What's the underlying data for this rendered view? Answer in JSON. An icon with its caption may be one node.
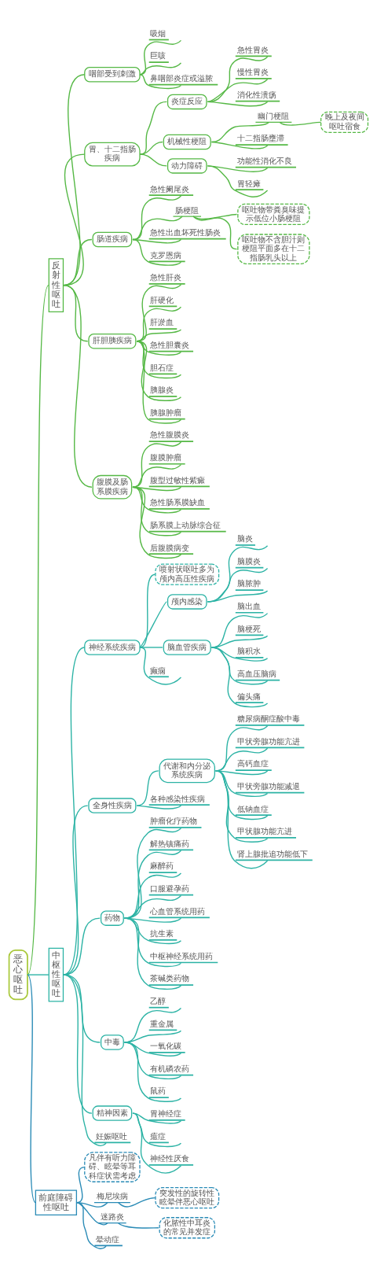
{
  "diagram": {
    "nodes": [
      {
        "text": [
          "恶心呕吐"
        ]
      },
      {
        "text": [
          "反射性呕吐"
        ]
      },
      {
        "text": [
          "咽部受到刺激"
        ]
      },
      {
        "text": [
          "吸烟"
        ]
      },
      {
        "text": [
          "巨咳"
        ]
      },
      {
        "text": [
          "鼻咽部炎症或溢脓"
        ]
      },
      {
        "text": [
          "胃、十二指肠疾病"
        ]
      },
      {
        "text": [
          "炎症反应"
        ]
      },
      {
        "text": [
          "急性胃炎"
        ]
      },
      {
        "text": [
          "慢性胃炎"
        ]
      },
      {
        "text": [
          "消化性溃疡"
        ]
      },
      {
        "text": [
          "机械性梗阻"
        ]
      },
      {
        "text": [
          "幽门梗阻"
        ]
      },
      {
        "text": [
          "晚上及夜间呕吐宿食"
        ]
      },
      {
        "text": [
          "十二指肠壅滞"
        ]
      },
      {
        "text": [
          "动力障碍"
        ]
      },
      {
        "text": [
          "功能性消化不良"
        ]
      },
      {
        "text": [
          "胃轻瘫"
        ]
      },
      {
        "text": [
          "肠道疾病"
        ]
      },
      {
        "text": [
          "急性阑尾炎"
        ]
      },
      {
        "text": [
          "肠梗阻"
        ]
      },
      {
        "text": [
          "呕吐物带粪臭味提示低位小肠梗阻"
        ]
      },
      {
        "text": [
          "呕吐物不含胆汁则梗阻平面多在十二指肠乳头以上"
        ]
      },
      {
        "text": [
          "急性出血坏死性肠炎"
        ]
      },
      {
        "text": [
          "克罗恩病"
        ]
      },
      {
        "text": [
          "肝胆胰疾病"
        ]
      },
      {
        "text": [
          "急性肝炎"
        ]
      },
      {
        "text": [
          "肝硬化"
        ]
      },
      {
        "text": [
          "肝淤血"
        ]
      },
      {
        "text": [
          "急性胆囊炎"
        ]
      },
      {
        "text": [
          "胆石症"
        ]
      },
      {
        "text": [
          "胰腺炎"
        ]
      },
      {
        "text": [
          "胰腺肿瘤"
        ]
      },
      {
        "text": [
          "腹膜及肠系膜疾病"
        ]
      },
      {
        "text": [
          "急性腹膜炎"
        ]
      },
      {
        "text": [
          "腹膜肿瘤"
        ]
      },
      {
        "text": [
          "腹型过敏性紫癜"
        ]
      },
      {
        "text": [
          "急性肠系膜缺血"
        ]
      },
      {
        "text": [
          "肠系膜上动脉综合征"
        ]
      },
      {
        "text": [
          "后腹膜病变"
        ]
      },
      {
        "text": [
          "中枢性呕吐"
        ]
      },
      {
        "text": [
          "神经系统疾病"
        ]
      },
      {
        "text": [
          "喷射状呕吐多为颅内高压性疾病"
        ]
      },
      {
        "text": [
          "颅内感染"
        ]
      },
      {
        "text": [
          "脑炎"
        ]
      },
      {
        "text": [
          "脑膜炎"
        ]
      },
      {
        "text": [
          "脑脓肿"
        ]
      },
      {
        "text": [
          "脑血管疾病"
        ]
      },
      {
        "text": [
          "脑出血"
        ]
      },
      {
        "text": [
          "脑梗死"
        ]
      },
      {
        "text": [
          "脑积水"
        ]
      },
      {
        "text": [
          "高血压脑病"
        ]
      },
      {
        "text": [
          "偏头痛"
        ]
      },
      {
        "text": [
          "癫痫"
        ]
      },
      {
        "text": [
          "全身性疾病"
        ]
      },
      {
        "text": [
          "代谢和内分泌系统疾病"
        ]
      },
      {
        "text": [
          "糖尿病酮症酸中毒"
        ]
      },
      {
        "text": [
          "甲状旁腺功能亢进"
        ]
      },
      {
        "text": [
          "高钙血症"
        ]
      },
      {
        "text": [
          "甲状旁腺功能减退"
        ]
      },
      {
        "text": [
          "低钠血症"
        ]
      },
      {
        "text": [
          "甲状腺功能亢进"
        ]
      },
      {
        "text": [
          "肾上腺批追功能低下"
        ]
      },
      {
        "text": [
          "各种感染性疾病"
        ]
      },
      {
        "text": [
          "药物"
        ]
      },
      {
        "text": [
          "肿瘤化疗药物"
        ]
      },
      {
        "text": [
          "解热镇痛药"
        ]
      },
      {
        "text": [
          "麻醉药"
        ]
      },
      {
        "text": [
          "口服避孕药"
        ]
      },
      {
        "text": [
          "心血管系统用药"
        ]
      },
      {
        "text": [
          "抗生素"
        ]
      },
      {
        "text": [
          "中枢神经系统用药"
        ]
      },
      {
        "text": [
          "茶碱类药物"
        ]
      },
      {
        "text": [
          "中毒"
        ]
      },
      {
        "text": [
          "乙醇"
        ]
      },
      {
        "text": [
          "重金属"
        ]
      },
      {
        "text": [
          "一氧化碳"
        ]
      },
      {
        "text": [
          "有机磷农药"
        ]
      },
      {
        "text": [
          "鼠药"
        ]
      },
      {
        "text": [
          "精神因素"
        ]
      },
      {
        "text": [
          "胃神经症"
        ]
      },
      {
        "text": [
          "癔症"
        ]
      },
      {
        "text": [
          "神经性厌食"
        ]
      },
      {
        "text": [
          "妊娠呕吐"
        ]
      },
      {
        "text": [
          "前庭障碍性呕吐"
        ]
      },
      {
        "text": [
          "凡伴有听力障碍、眩晕等耳科症状需考虑"
        ]
      },
      {
        "text": [
          "梅尼埃病"
        ]
      },
      {
        "text": [
          "突发性的旋转性眩晕伴恶心呕吐"
        ]
      },
      {
        "text": [
          "迷路炎"
        ]
      },
      {
        "text": [
          "化脓性中耳炎的常见并发症"
        ]
      },
      {
        "text": [
          "晕动症"
        ]
      }
    ],
    "edges": [
      {
        "from": 0,
        "to": 1,
        "arrow": "none",
        "color": "#55b845"
      },
      {
        "from": 1,
        "to": 2,
        "arrow": "none",
        "color": "#55b845"
      },
      {
        "from": 2,
        "to": 3,
        "arrow": "none",
        "color": "#55b845"
      },
      {
        "from": 2,
        "to": 4,
        "arrow": "none",
        "color": "#55b845"
      },
      {
        "from": 2,
        "to": 5,
        "arrow": "none",
        "color": "#55b845"
      },
      {
        "from": 1,
        "to": 6,
        "arrow": "none",
        "color": "#55b845"
      },
      {
        "from": 6,
        "to": 7,
        "arrow": "none",
        "color": "#55b845"
      },
      {
        "from": 7,
        "to": 8,
        "arrow": "none",
        "color": "#55b845"
      },
      {
        "from": 7,
        "to": 9,
        "arrow": "none",
        "color": "#55b845"
      },
      {
        "from": 7,
        "to": 10,
        "arrow": "none",
        "color": "#55b845"
      },
      {
        "from": 6,
        "to": 11,
        "arrow": "none",
        "color": "#55b845"
      },
      {
        "from": 11,
        "to": 12,
        "arrow": "none",
        "color": "#55b845"
      },
      {
        "from": 12,
        "to": 13,
        "arrow": "none",
        "color": "#55b845"
      },
      {
        "from": 11,
        "to": 14,
        "arrow": "none",
        "color": "#55b845"
      },
      {
        "from": 6,
        "to": 15,
        "arrow": "none",
        "color": "#55b845"
      },
      {
        "from": 15,
        "to": 16,
        "arrow": "none",
        "color": "#55b845"
      },
      {
        "from": 15,
        "to": 17,
        "arrow": "none",
        "color": "#55b845"
      },
      {
        "from": 1,
        "to": 18,
        "arrow": "none",
        "color": "#55b845"
      },
      {
        "from": 18,
        "to": 19,
        "arrow": "none",
        "color": "#55b845"
      },
      {
        "from": 18,
        "to": 20,
        "arrow": "none",
        "color": "#55b845"
      },
      {
        "from": 20,
        "to": 21,
        "arrow": "none",
        "color": "#55b845"
      },
      {
        "from": 20,
        "to": 22,
        "arrow": "none",
        "color": "#55b845"
      },
      {
        "from": 18,
        "to": 23,
        "arrow": "none",
        "color": "#55b845"
      },
      {
        "from": 18,
        "to": 24,
        "arrow": "none",
        "color": "#55b845"
      },
      {
        "from": 1,
        "to": 25,
        "arrow": "none",
        "color": "#55b845"
      },
      {
        "from": 25,
        "to": 26,
        "arrow": "none",
        "color": "#55b845"
      },
      {
        "from": 25,
        "to": 27,
        "arrow": "none",
        "color": "#55b845"
      },
      {
        "from": 25,
        "to": 28,
        "arrow": "none",
        "color": "#55b845"
      },
      {
        "from": 25,
        "to": 29,
        "arrow": "none",
        "color": "#55b845"
      },
      {
        "from": 25,
        "to": 30,
        "arrow": "none",
        "color": "#55b845"
      },
      {
        "from": 25,
        "to": 31,
        "arrow": "none",
        "color": "#55b845"
      },
      {
        "from": 25,
        "to": 32,
        "arrow": "none",
        "color": "#55b845"
      },
      {
        "from": 1,
        "to": 33,
        "arrow": "none",
        "color": "#55b845"
      },
      {
        "from": 33,
        "to": 34,
        "arrow": "none",
        "color": "#55b845"
      },
      {
        "from": 33,
        "to": 35,
        "arrow": "none",
        "color": "#55b845"
      },
      {
        "from": 33,
        "to": 36,
        "arrow": "none",
        "color": "#55b845"
      },
      {
        "from": 33,
        "to": 37,
        "arrow": "none",
        "color": "#55b845"
      },
      {
        "from": 33,
        "to": 38,
        "arrow": "none",
        "color": "#55b845"
      },
      {
        "from": 33,
        "to": 39,
        "arrow": "none",
        "color": "#55b845"
      },
      {
        "from": 0,
        "to": 40,
        "arrow": "none"
      },
      {
        "from": 40,
        "to": 41,
        "arrow": "none"
      },
      {
        "from": 41,
        "to": 42,
        "arrow": "none"
      },
      {
        "from": 41,
        "to": 43,
        "arrow": "none"
      },
      {
        "from": 43,
        "to": 44,
        "arrow": "none"
      },
      {
        "from": 43,
        "to": 45,
        "arrow": "none"
      },
      {
        "from": 43,
        "to": 46,
        "arrow": "none"
      },
      {
        "from": 41,
        "to": 47,
        "arrow": "none"
      },
      {
        "from": 47,
        "to": 48,
        "arrow": "none"
      },
      {
        "from": 47,
        "to": 49,
        "arrow": "none"
      },
      {
        "from": 47,
        "to": 50,
        "arrow": "none"
      },
      {
        "from": 47,
        "to": 51,
        "arrow": "none"
      },
      {
        "from": 47,
        "to": 52,
        "arrow": "none"
      },
      {
        "from": 41,
        "to": 53,
        "arrow": "none"
      },
      {
        "from": 40,
        "to": 54,
        "arrow": "none"
      },
      {
        "from": 54,
        "to": 55,
        "arrow": "none"
      },
      {
        "from": 55,
        "to": 56,
        "arrow": "none"
      },
      {
        "from": 55,
        "to": 57,
        "arrow": "none"
      },
      {
        "from": 55,
        "to": 58,
        "arrow": "none"
      },
      {
        "from": 55,
        "to": 59,
        "arrow": "none"
      },
      {
        "from": 55,
        "to": 60,
        "arrow": "none"
      },
      {
        "from": 55,
        "to": 61,
        "arrow": "none"
      },
      {
        "from": 55,
        "to": 62,
        "arrow": "none"
      },
      {
        "from": 54,
        "to": 63,
        "arrow": "none"
      },
      {
        "from": 40,
        "to": 64,
        "arrow": "none"
      },
      {
        "from": 64,
        "to": 65,
        "arrow": "none"
      },
      {
        "from": 64,
        "to": 66,
        "arrow": "none"
      },
      {
        "from": 64,
        "to": 67,
        "arrow": "none"
      },
      {
        "from": 64,
        "to": 68,
        "arrow": "none"
      },
      {
        "from": 64,
        "to": 69,
        "arrow": "none"
      },
      {
        "from": 64,
        "to": 70,
        "arrow": "none"
      },
      {
        "from": 64,
        "to": 71,
        "arrow": "none"
      },
      {
        "from": 64,
        "to": 72,
        "arrow": "none"
      },
      {
        "from": 40,
        "to": 73,
        "arrow": "none"
      },
      {
        "from": 73,
        "to": 74,
        "arrow": "none"
      },
      {
        "from": 73,
        "to": 75,
        "arrow": "none"
      },
      {
        "from": 73,
        "to": 76,
        "arrow": "none"
      },
      {
        "from": 73,
        "to": 77,
        "arrow": "none"
      },
      {
        "from": 73,
        "to": 78,
        "arrow": "none"
      },
      {
        "from": 40,
        "to": 79,
        "arrow": "none"
      },
      {
        "from": 79,
        "to": 80,
        "arrow": "none"
      },
      {
        "from": 79,
        "to": 81,
        "arrow": "none"
      },
      {
        "from": 79,
        "to": 82,
        "arrow": "none"
      },
      {
        "from": 40,
        "to": 83,
        "arrow": "none"
      },
      {
        "from": 0,
        "to": 84,
        "arrow": "none",
        "color": "#2a8bb6"
      },
      {
        "from": 84,
        "to": 85,
        "arrow": "none",
        "color": "#2a8bb6"
      },
      {
        "from": 84,
        "to": 86,
        "arrow": "none",
        "color": "#2a8bb6"
      },
      {
        "from": 86,
        "to": 87,
        "arrow": "none",
        "color": "#2a8bb6"
      },
      {
        "from": 84,
        "to": 88,
        "arrow": "none",
        "color": "#2a8bb6"
      },
      {
        "from": 88,
        "to": 89,
        "arrow": "none",
        "color": "#2a8bb6"
      },
      {
        "from": 84,
        "to": 90,
        "arrow": "none",
        "color": "#2a8bb6"
      }
    ]
  }
}
